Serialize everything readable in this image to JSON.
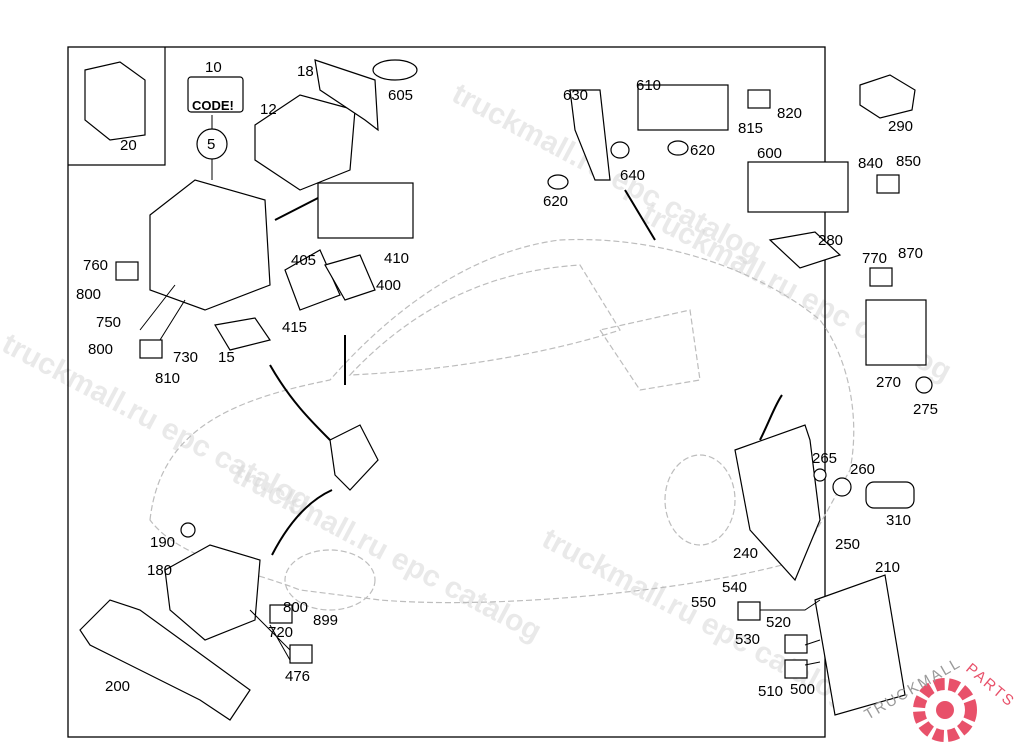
{
  "diagram": {
    "watermark": "truckmall.ru epc catalog",
    "logo": "TRUCKMALLPARTS",
    "logo_color": "#e8516a",
    "code_badge": "CODE!",
    "labels": [
      "20",
      "10",
      "5",
      "18",
      "605",
      "12",
      "760",
      "800",
      "750",
      "800",
      "730",
      "810",
      "15",
      "405",
      "410",
      "400",
      "415",
      "630",
      "610",
      "815",
      "820",
      "620",
      "640",
      "620",
      "290",
      "600",
      "840",
      "850",
      "280",
      "770",
      "870",
      "270",
      "275",
      "265",
      "260",
      "310",
      "240",
      "250",
      "210",
      "190",
      "180",
      "800",
      "899",
      "720",
      "476",
      "200",
      "540",
      "550",
      "520",
      "530",
      "510",
      "500"
    ]
  }
}
